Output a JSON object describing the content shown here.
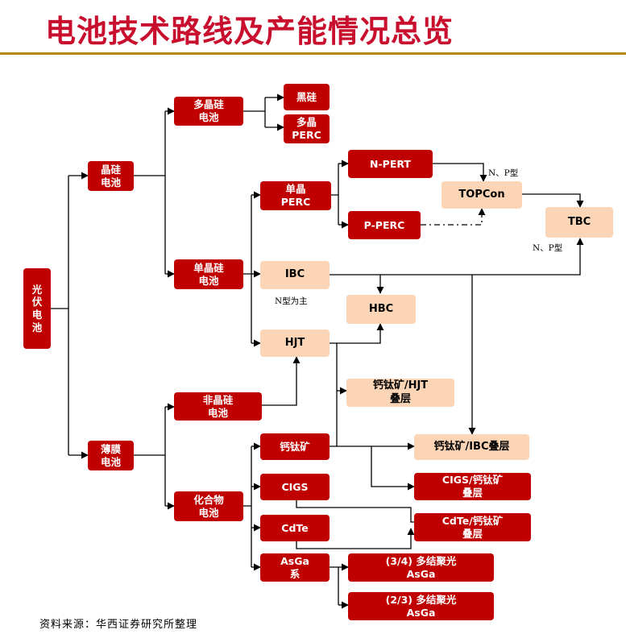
{
  "title": "电池技术路线及产能情况总览",
  "source": "资料来源：华西证券研究所整理",
  "nodes": {
    "pv_cell": "光\n伏\n电\n池",
    "crystalline_si": "晶硅\n电池",
    "thin_film": "薄膜\n电池",
    "multi_si": "多晶硅\n电池",
    "black_si": "黑硅",
    "multi_perc": "多晶\nPERC",
    "mono_si": "单晶硅\n电池",
    "mono_perc": "单晶\nPERC",
    "n_pert": "N-PERT",
    "p_perc": "P-PERC",
    "topcon": "TOPCon",
    "tbc": "TBC",
    "ibc": "IBC",
    "hbc": "HBC",
    "hjt": "HJT",
    "perov_hjt": "钙钛矿/HJT\n叠层",
    "perov_ibc": "钙钛矿/IBC叠层",
    "amorphous_si": "非晶硅\n电池",
    "compound": "化合物\n电池",
    "perovskite": "钙钛矿",
    "cigs": "CIGS",
    "cdte": "CdTe",
    "asga": "AsGa\n系",
    "cigs_perov": "CIGS/钙钛矿\n叠层",
    "cdte_perov": "CdTe/钙钛矿\n叠层",
    "asga_34": "(3/4) 多结聚光\nAsGa",
    "asga_23": "(2/3) 多结聚光\nAsGa"
  },
  "notes": {
    "np_type_1": "N、P型",
    "np_type_2": "N、P型",
    "n_type_main": "N型为主"
  },
  "colors": {
    "title": "#c8102e",
    "red_box": "#c00000",
    "peach_box": "#fbd5b5",
    "rule": "#b8860b"
  }
}
